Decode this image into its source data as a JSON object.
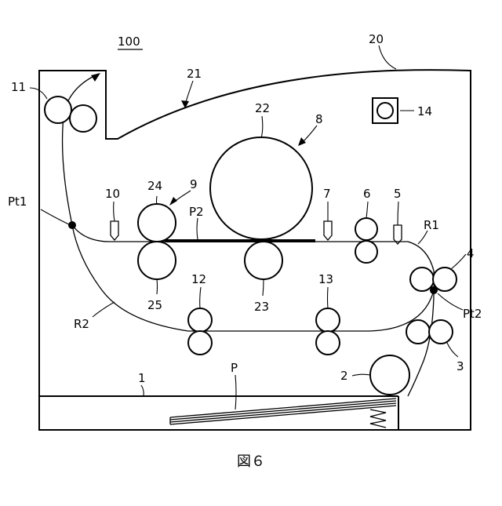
{
  "figure": {
    "ref_main": "100",
    "caption": "図６",
    "labels": {
      "l1": "1",
      "l2": "2",
      "l3": "3",
      "l4": "4",
      "l5": "5",
      "l6": "6",
      "l7": "7",
      "l8": "8",
      "l9": "9",
      "l10": "10",
      "l11": "11",
      "l12": "12",
      "l13": "13",
      "l14": "14",
      "l20": "20",
      "l21": "21",
      "l22": "22",
      "l23": "23",
      "l24": "24",
      "l25": "25",
      "pt1": "Pt1",
      "pt2": "Pt2",
      "r1": "R1",
      "r2": "R2",
      "p": "P",
      "p2": "P2"
    }
  }
}
